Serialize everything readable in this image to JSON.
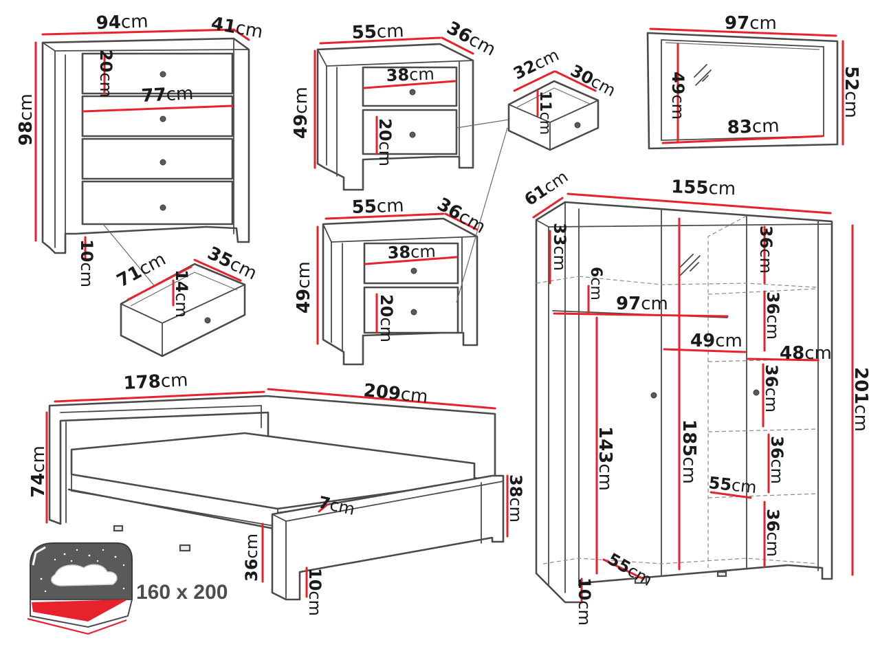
{
  "dimensions": {
    "chest_width": {
      "value": "94",
      "unit": "cm"
    },
    "chest_depth": {
      "value": "41",
      "unit": "cm"
    },
    "chest_height": {
      "value": "98",
      "unit": "cm"
    },
    "chest_top_drawer_height": {
      "value": "20",
      "unit": "cm"
    },
    "chest_drawer_width": {
      "value": "77",
      "unit": "cm"
    },
    "chest_leg_height": {
      "value": "10",
      "unit": "cm"
    },
    "chest_drawer_inner_width": {
      "value": "71",
      "unit": "cm"
    },
    "chest_drawer_inner_depth": {
      "value": "35",
      "unit": "cm"
    },
    "chest_drawer_inner_height": {
      "value": "14",
      "unit": "cm"
    },
    "nightstand1_width": {
      "value": "55",
      "unit": "cm"
    },
    "nightstand1_depth": {
      "value": "36",
      "unit": "cm"
    },
    "nightstand1_height": {
      "value": "49",
      "unit": "cm"
    },
    "nightstand1_drawer_width": {
      "value": "38",
      "unit": "cm"
    },
    "nightstand1_drawer_height": {
      "value": "20",
      "unit": "cm"
    },
    "nightstand_drawer_inner_width": {
      "value": "32",
      "unit": "cm"
    },
    "nightstand_drawer_inner_depth": {
      "value": "30",
      "unit": "cm"
    },
    "nightstand_drawer_inner_height": {
      "value": "11",
      "unit": "cm"
    },
    "nightstand2_width": {
      "value": "55",
      "unit": "cm"
    },
    "nightstand2_depth": {
      "value": "36",
      "unit": "cm"
    },
    "nightstand2_height": {
      "value": "49",
      "unit": "cm"
    },
    "nightstand2_drawer_width": {
      "value": "38",
      "unit": "cm"
    },
    "nightstand2_drawer_height": {
      "value": "20",
      "unit": "cm"
    },
    "mirror_width": {
      "value": "97",
      "unit": "cm"
    },
    "mirror_height": {
      "value": "52",
      "unit": "cm"
    },
    "mirror_glass_height": {
      "value": "49",
      "unit": "cm"
    },
    "mirror_glass_width": {
      "value": "83",
      "unit": "cm"
    },
    "bed_width": {
      "value": "178",
      "unit": "cm"
    },
    "bed_length": {
      "value": "209",
      "unit": "cm"
    },
    "bed_headboard_height": {
      "value": "74",
      "unit": "cm"
    },
    "bed_footboard_height": {
      "value": "38",
      "unit": "cm"
    },
    "bed_frame_height": {
      "value": "36",
      "unit": "cm"
    },
    "bed_leg_height": {
      "value": "10",
      "unit": "cm"
    },
    "bed_rail_depth": {
      "value": "7",
      "unit": "cm"
    },
    "wardrobe_width": {
      "value": "155",
      "unit": "cm"
    },
    "wardrobe_depth": {
      "value": "61",
      "unit": "cm"
    },
    "wardrobe_height": {
      "value": "201",
      "unit": "cm"
    },
    "wardrobe_top_shelf": {
      "value": "33",
      "unit": "cm"
    },
    "wardrobe_rail_offset": {
      "value": "6",
      "unit": "cm"
    },
    "wardrobe_rail_width": {
      "value": "97",
      "unit": "cm"
    },
    "wardrobe_hanging_height": {
      "value": "143",
      "unit": "cm"
    },
    "wardrobe_middle_height": {
      "value": "185",
      "unit": "cm"
    },
    "wardrobe_middle_width": {
      "value": "49",
      "unit": "cm"
    },
    "wardrobe_shelf_width": {
      "value": "48",
      "unit": "cm"
    },
    "wardrobe_shelf_gap_1": {
      "value": "36",
      "unit": "cm"
    },
    "wardrobe_shelf_gap_2": {
      "value": "36",
      "unit": "cm"
    },
    "wardrobe_shelf_gap_3": {
      "value": "36",
      "unit": "cm"
    },
    "wardrobe_shelf_gap_4": {
      "value": "36",
      "unit": "cm"
    },
    "wardrobe_shelf_gap_5": {
      "value": "36",
      "unit": "cm"
    },
    "wardrobe_shelf_depth": {
      "value": "55",
      "unit": "cm"
    },
    "wardrobe_bottom_depth": {
      "value": "55",
      "unit": "cm"
    },
    "wardrobe_leg_height": {
      "value": "10",
      "unit": "cm"
    }
  },
  "mattress_size": "160 x 200",
  "colors": {
    "measure_line": "#e8222d",
    "outline": "#4a4a4a",
    "text": "#1a1a1a",
    "mattress": "#e8222d"
  }
}
